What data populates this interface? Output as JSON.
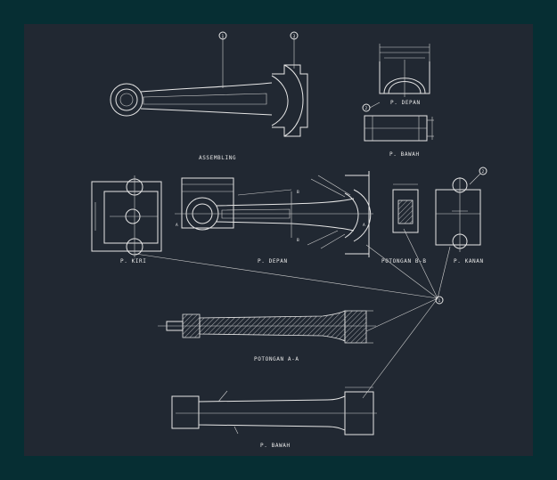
{
  "drawing": {
    "views": {
      "assembly": "ASSEMBLING",
      "front_small": "P. DEPAN",
      "bottom_small": "P. BAWAH",
      "left": "P. KIRI",
      "front_main": "P. DEPAN",
      "section_bb": "POTONGAN B-B",
      "right": "P. KANAN",
      "section_aa": "POTONGAN A-A",
      "bottom_main": "P. BAWAH"
    },
    "balloons": {
      "part_1": "1",
      "part_2": "2",
      "part_3": "3",
      "part_2_small": "2",
      "part_1_main": "1"
    },
    "section_markers": {
      "a_left": "A",
      "a_right": "A",
      "b_top": "B",
      "b_bottom": "B"
    }
  },
  "colors": {
    "page_bg": "#062e33",
    "sheet_bg": "#212832",
    "line": "#e6e6e6"
  }
}
